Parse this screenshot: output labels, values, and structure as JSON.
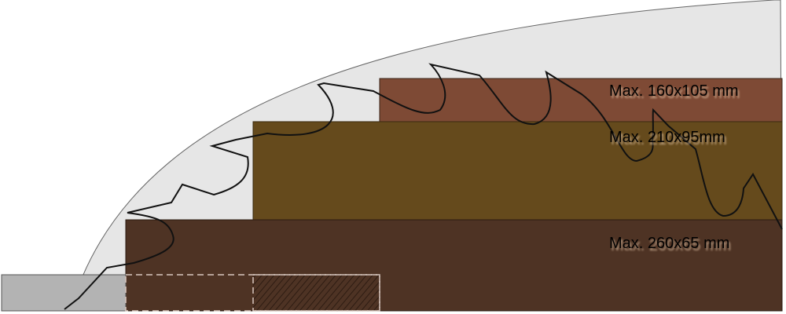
{
  "labels": {
    "small": "Max. 160x105 mm",
    "medium": "Max. 210x95mm",
    "large": "Max. 260x65 mm"
  },
  "colors": {
    "blade_area": "#e6e6e6",
    "small_block": "#7e4a35",
    "medium_block": "#654a1c",
    "large_block": "#4e3324",
    "table": "#b3b3b3"
  }
}
